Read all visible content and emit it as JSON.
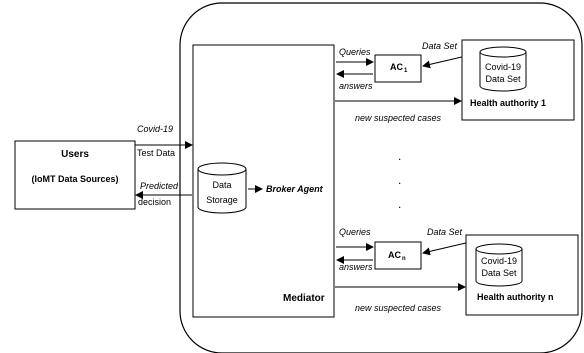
{
  "users": {
    "title": "Users",
    "subtitle": "(IoMT Data Sources)"
  },
  "flows": {
    "covid_line1": "Covid-19",
    "covid_line2": "Test Data",
    "predicted_line1": "Predicted",
    "predicted_line2": "decision"
  },
  "mediator": {
    "label": "Mediator",
    "storage_line1": "Data",
    "storage_line2": "Storage",
    "broker": "Broker Agent"
  },
  "top": {
    "queries": "Queries",
    "answers": "answers",
    "ac_main": "AC",
    "ac_sub": "1",
    "dataset_label": "Data Set",
    "db_line1": "Covid-19",
    "db_line2": "Data Set",
    "authority": "Health authority 1",
    "new_cases": "new suspected cases"
  },
  "bottom": {
    "queries": "Queries",
    "answers": "answers",
    "ac_main": "AC",
    "ac_sub": "n",
    "dataset_label": "Data Set",
    "db_line1": "Covid-19",
    "db_line2": "Data Set",
    "authority": "Health authority n",
    "new_cases": "new suspected cases"
  },
  "ellipsis": ".",
  "colors": {
    "stroke": "#000000",
    "background": "#ffffff"
  }
}
